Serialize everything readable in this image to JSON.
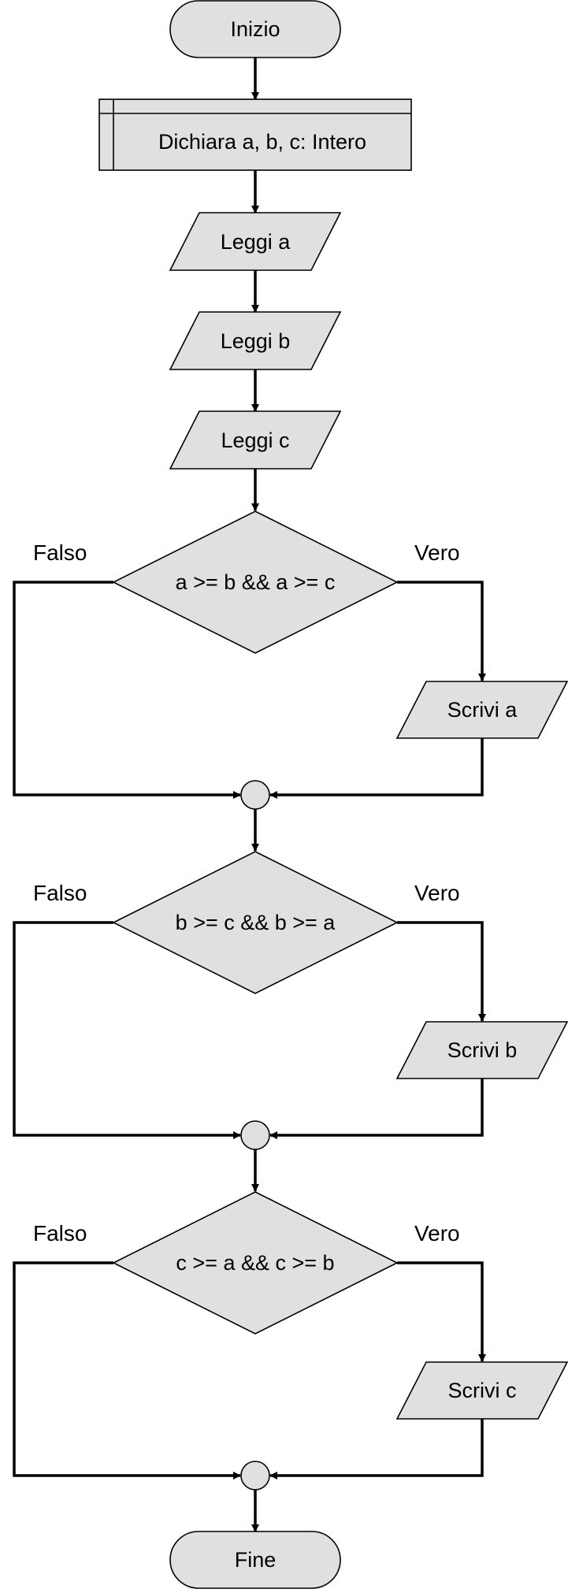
{
  "diagram": {
    "start": "Inizio",
    "declare": "Dichiara a, b, c: Intero",
    "read_a": "Leggi a",
    "read_b": "Leggi b",
    "read_c": "Leggi c",
    "decisions": [
      {
        "condition": "a >= b && a >= c",
        "false_label": "Falso",
        "true_label": "Vero",
        "output": "Scrivi a"
      },
      {
        "condition": "b >= c && b >= a",
        "false_label": "Falso",
        "true_label": "Vero",
        "output": "Scrivi b"
      },
      {
        "condition": "c >= a && c >= b",
        "false_label": "Falso",
        "true_label": "Vero",
        "output": "Scrivi c"
      }
    ],
    "end": "Fine"
  }
}
